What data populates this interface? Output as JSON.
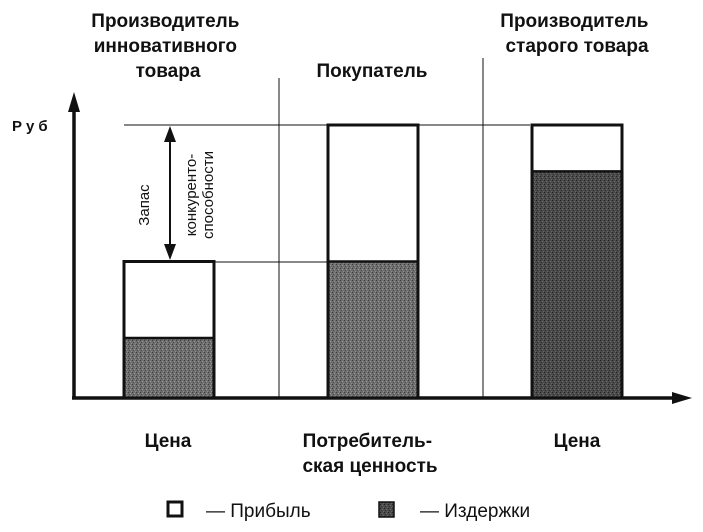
{
  "headers": {
    "innovator": [
      "Производитель",
      "инновативного",
      "товара"
    ],
    "buyer": [
      "Покупатель"
    ],
    "old": [
      "Производитель",
      "старого товара"
    ]
  },
  "axis": {
    "y_label": "Руб"
  },
  "annotation": {
    "line1": "Запас",
    "line2": "конкуренто-",
    "line3": "способности"
  },
  "categories": {
    "innovator": [
      "Цена"
    ],
    "buyer": [
      "Потребитель-",
      "ская ценность"
    ],
    "old": [
      "Цена"
    ]
  },
  "legend": {
    "profit": "— Прибыль",
    "costs": "— Издержки"
  },
  "colors": {
    "costs_fill": "#6e6e6e",
    "costs_fill_dark": "#3c3c3c",
    "profit_fill": "#ffffff",
    "line": "#111111"
  },
  "chart_data": {
    "type": "bar",
    "stacked": true,
    "categories": [
      "Цена",
      "Потребительская ценность",
      "Цена"
    ],
    "series": [
      {
        "name": "Издержки",
        "values": [
          22,
          50,
          83
        ]
      },
      {
        "name": "Прибыль",
        "values": [
          28,
          50,
          17
        ]
      }
    ],
    "ylim": [
      0,
      100
    ],
    "grid": false
  }
}
